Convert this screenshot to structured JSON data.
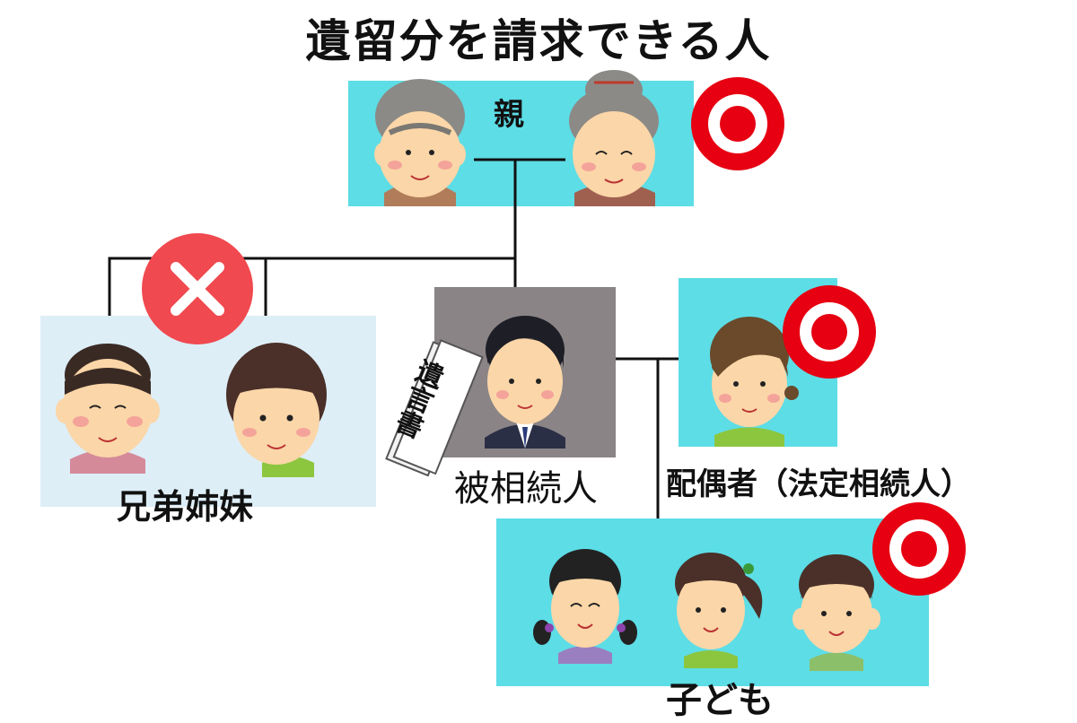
{
  "title": "遺留分を請求できる人",
  "labels": {
    "parents": "親",
    "siblings": "兄弟姉妹",
    "deceased": "被相続人",
    "will": "遺言書",
    "spouse": "配偶者（法定相続人）",
    "children": "子ども"
  },
  "colors": {
    "parents_box": "#5ddde6",
    "siblings_box": "#ddeef7",
    "deceased_box": "#8a8486",
    "spouse_box": "#5ddde6",
    "children_box": "#5ddde6",
    "eligible_mark": "#e60012",
    "ineligible_mark": "#f0494f"
  },
  "marks": {
    "parents": "eligible",
    "siblings": "ineligible",
    "spouse": "eligible",
    "children": "eligible"
  }
}
